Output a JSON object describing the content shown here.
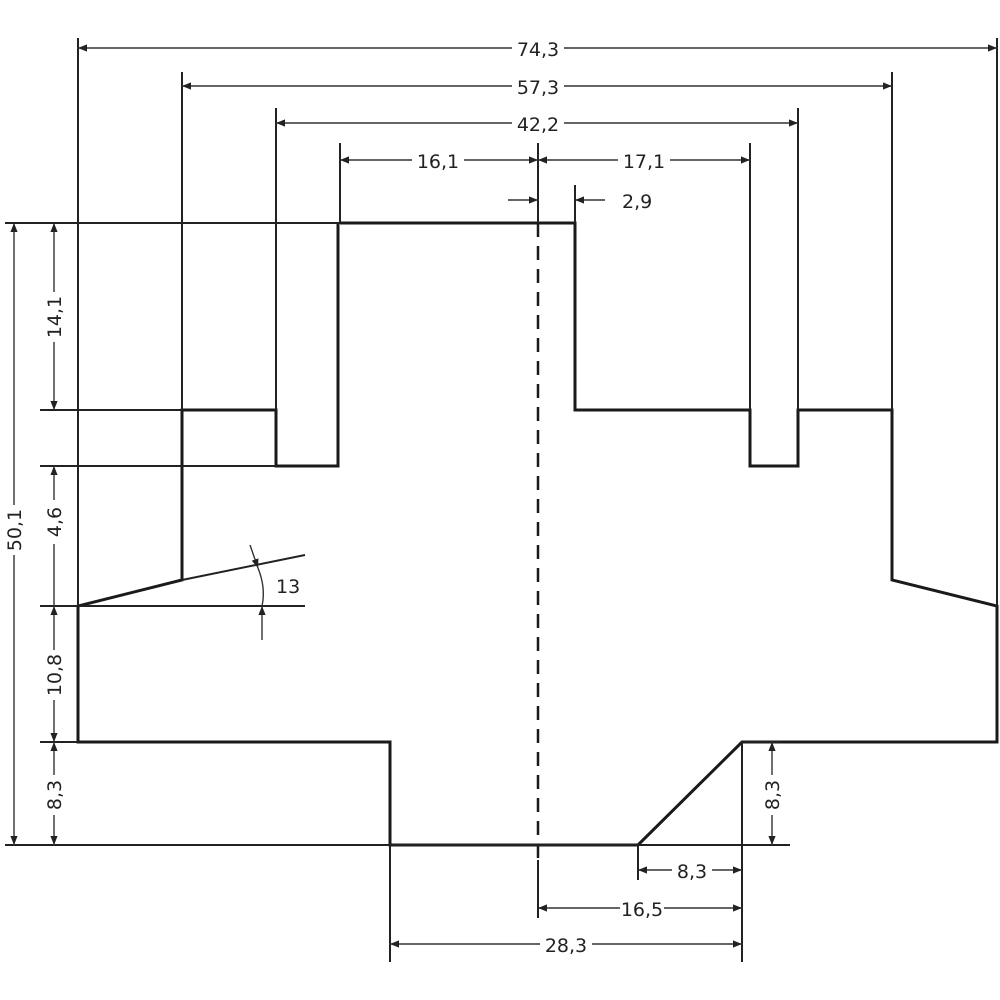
{
  "dimensions": {
    "overall_width": "74,3",
    "shoulder_width": "57,3",
    "slot_outer_width": "42,2",
    "left_to_center": "16,1",
    "center_to_right_slot": "17,1",
    "top_offset": "2,9",
    "overall_height": "50,1",
    "top_step_height": "14,1",
    "slot_depth": "4,6",
    "side_height": "10,8",
    "foot_height_left": "8,3",
    "foot_height_right": "8,3",
    "chamfer_width": "8,3",
    "center_to_right_foot": "16,5",
    "foot_span": "28,3",
    "angle": "13"
  }
}
